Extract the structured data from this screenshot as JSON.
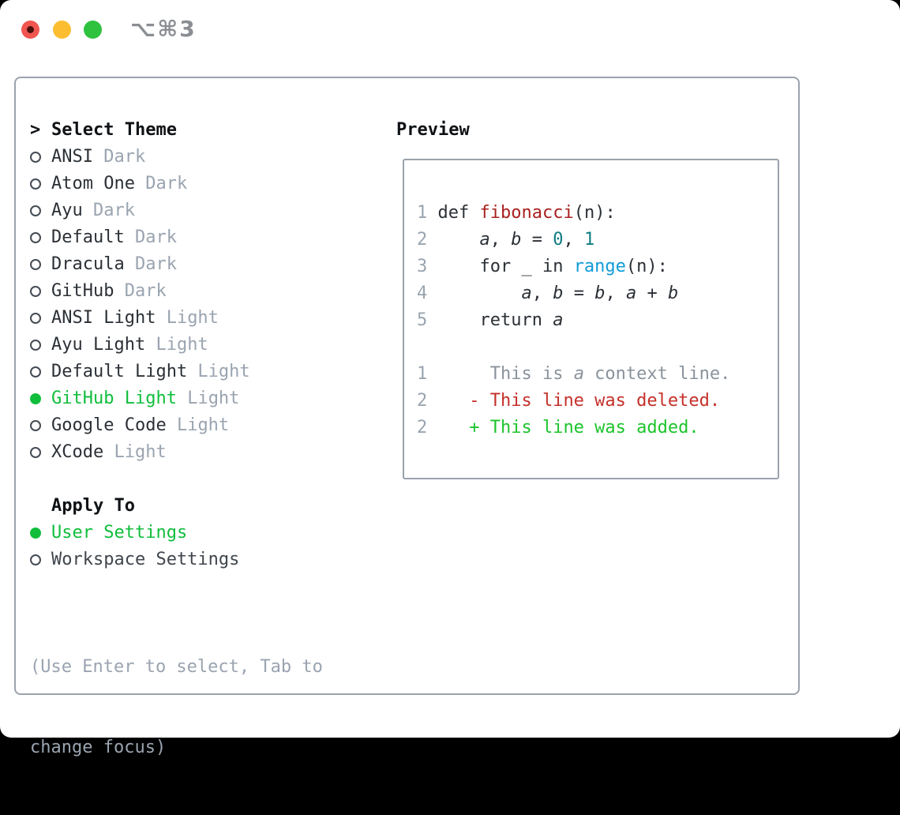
{
  "titlebar": {
    "title": "⌥⌘3",
    "buttons": [
      "close",
      "minimize",
      "zoom"
    ]
  },
  "theme_panel": {
    "header_marker": ">",
    "header": "Select Theme",
    "items": [
      {
        "name": "ANSI",
        "variant": "Dark",
        "selected": false
      },
      {
        "name": "Atom One",
        "variant": "Dark",
        "selected": false
      },
      {
        "name": "Ayu",
        "variant": "Dark",
        "selected": false
      },
      {
        "name": "Default",
        "variant": "Dark",
        "selected": false
      },
      {
        "name": "Dracula",
        "variant": "Dark",
        "selected": false
      },
      {
        "name": "GitHub",
        "variant": "Dark",
        "selected": false
      },
      {
        "name": "ANSI Light",
        "variant": "Light",
        "selected": false
      },
      {
        "name": "Ayu Light",
        "variant": "Light",
        "selected": false
      },
      {
        "name": "Default Light",
        "variant": "Light",
        "selected": false
      },
      {
        "name": "GitHub Light",
        "variant": "Light",
        "selected": true
      },
      {
        "name": "Google Code",
        "variant": "Light",
        "selected": false
      },
      {
        "name": "XCode",
        "variant": "Light",
        "selected": false
      }
    ],
    "apply_to": {
      "header": "Apply To",
      "options": [
        {
          "label": "User Settings",
          "selected": true
        },
        {
          "label": "Workspace Settings",
          "selected": false
        }
      ]
    },
    "footer": {
      "line1": "(Use Enter to select, Tab to",
      "line2": "change focus)"
    }
  },
  "preview": {
    "header": "Preview",
    "lines": [
      {
        "num": "1",
        "tokens": [
          [
            "base",
            "def "
          ],
          [
            "func",
            "fibonacci"
          ],
          [
            "base",
            "(n):"
          ]
        ]
      },
      {
        "num": "2",
        "tokens": [
          [
            "base",
            "    "
          ],
          [
            "var",
            "a"
          ],
          [
            "base",
            ", "
          ],
          [
            "var",
            "b"
          ],
          [
            "base",
            " = "
          ],
          [
            "num",
            "0"
          ],
          [
            "base",
            ", "
          ],
          [
            "num",
            "1"
          ]
        ]
      },
      {
        "num": "3",
        "tokens": [
          [
            "base",
            "    for _ in "
          ],
          [
            "builtin",
            "range"
          ],
          [
            "base",
            "(n):"
          ]
        ]
      },
      {
        "num": "4",
        "tokens": [
          [
            "base",
            "        "
          ],
          [
            "var",
            "a"
          ],
          [
            "base",
            ", "
          ],
          [
            "var",
            "b"
          ],
          [
            "base",
            " = "
          ],
          [
            "var",
            "b"
          ],
          [
            "base",
            ", "
          ],
          [
            "var",
            "a"
          ],
          [
            "base",
            " + "
          ],
          [
            "var",
            "b"
          ]
        ]
      },
      {
        "num": "5",
        "tokens": [
          [
            "base",
            "    return "
          ],
          [
            "var",
            "a"
          ]
        ]
      },
      {
        "num": "",
        "tokens": []
      },
      {
        "num": "1",
        "tokens": [
          [
            "ctx",
            "     This is "
          ],
          [
            "ctxvar",
            "a"
          ],
          [
            "ctx",
            " context line."
          ]
        ]
      },
      {
        "num": "2",
        "tokens": [
          [
            "del",
            "   - This line was deleted."
          ]
        ]
      },
      {
        "num": "2",
        "tokens": [
          [
            "add",
            "   + This line was added."
          ]
        ]
      }
    ]
  },
  "icons": {
    "selected_marker": "filled-circle",
    "unselected_marker": "hollow-circle"
  },
  "colors": {
    "accent_green": "#10be3c",
    "added_green": "#1cc42c",
    "deleted_red": "#c5302a",
    "function_red": "#a8211f",
    "number_teal": "#0e7c82",
    "builtin_blue": "#119bd8",
    "muted_gray": "#9aa4b0",
    "context_gray": "#8a939c",
    "text_dark": "#2b3036",
    "border_gray": "#9aa2ac",
    "traffic_red": "#f0564f",
    "traffic_yellow": "#fcbe30",
    "traffic_green": "#2ec23f",
    "title_gray": "#8b8e93"
  }
}
